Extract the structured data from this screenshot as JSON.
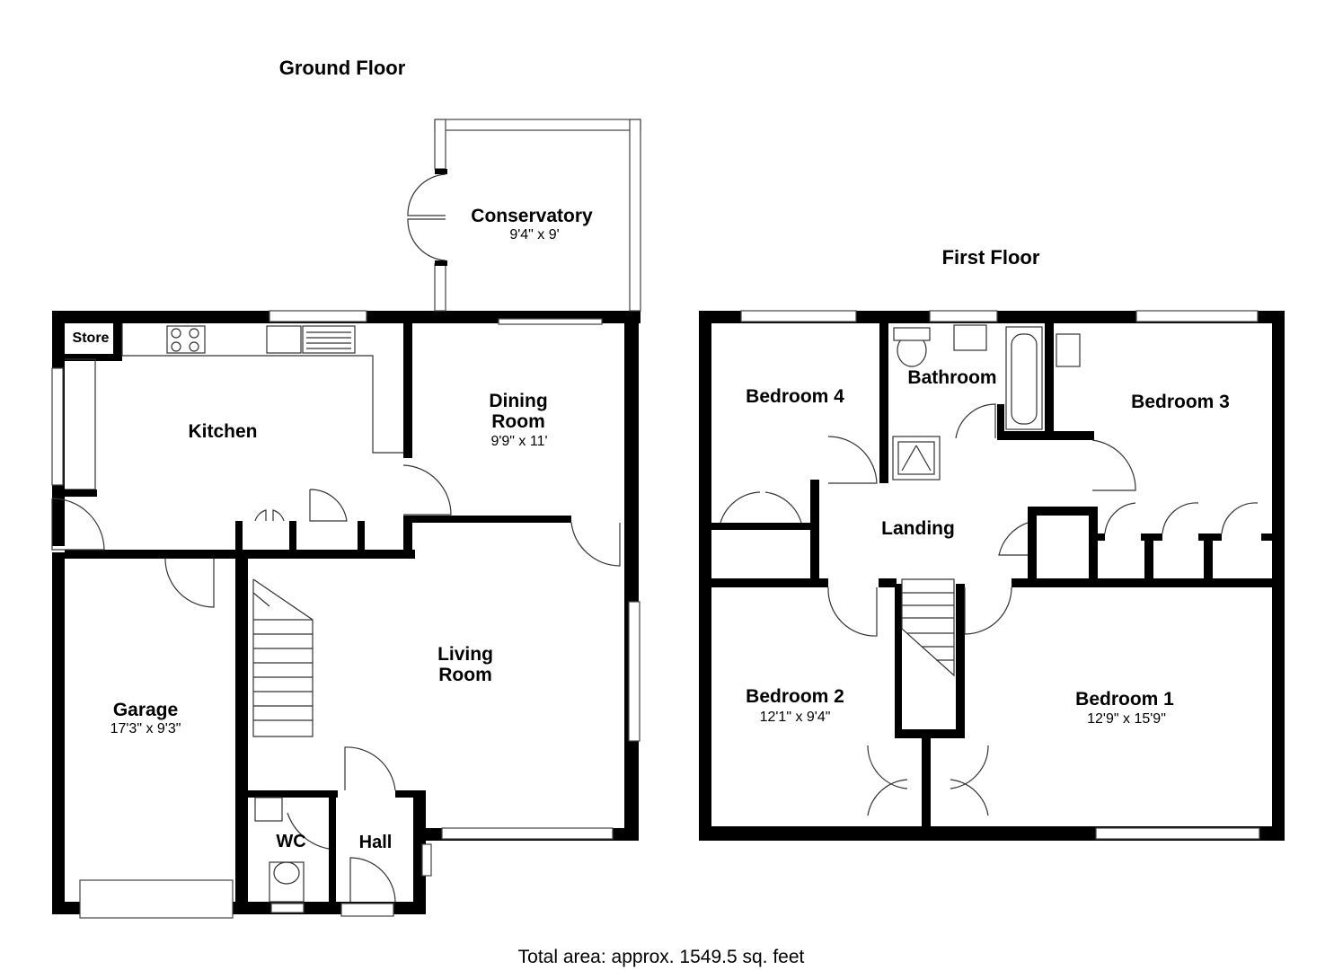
{
  "titles": {
    "ground_floor": "Ground Floor",
    "first_floor": "First Floor"
  },
  "rooms": {
    "store": {
      "name": "Store"
    },
    "kitchen": {
      "name": "Kitchen"
    },
    "conservatory": {
      "name": "Conservatory",
      "dims": "9'4\" x 9'"
    },
    "dining": {
      "name_line1": "Dining",
      "name_line2": "Room",
      "dims": "9'9\" x 11'"
    },
    "living": {
      "name_line1": "Living",
      "name_line2": "Room"
    },
    "garage": {
      "name": "Garage",
      "dims": "17'3\" x 9'3\""
    },
    "wc": {
      "name": "WC"
    },
    "hall": {
      "name": "Hall"
    },
    "bedroom4": {
      "name": "Bedroom 4"
    },
    "bathroom": {
      "name": "Bathroom"
    },
    "bedroom3": {
      "name": "Bedroom 3"
    },
    "landing": {
      "name": "Landing"
    },
    "bedroom2": {
      "name": "Bedroom 2",
      "dims": "12'1\" x 9'4\""
    },
    "bedroom1": {
      "name": "Bedroom 1",
      "dims": "12'9\" x 15'9\""
    }
  },
  "footer": {
    "total_area": "Total area: approx. 1549.5 sq. feet"
  }
}
